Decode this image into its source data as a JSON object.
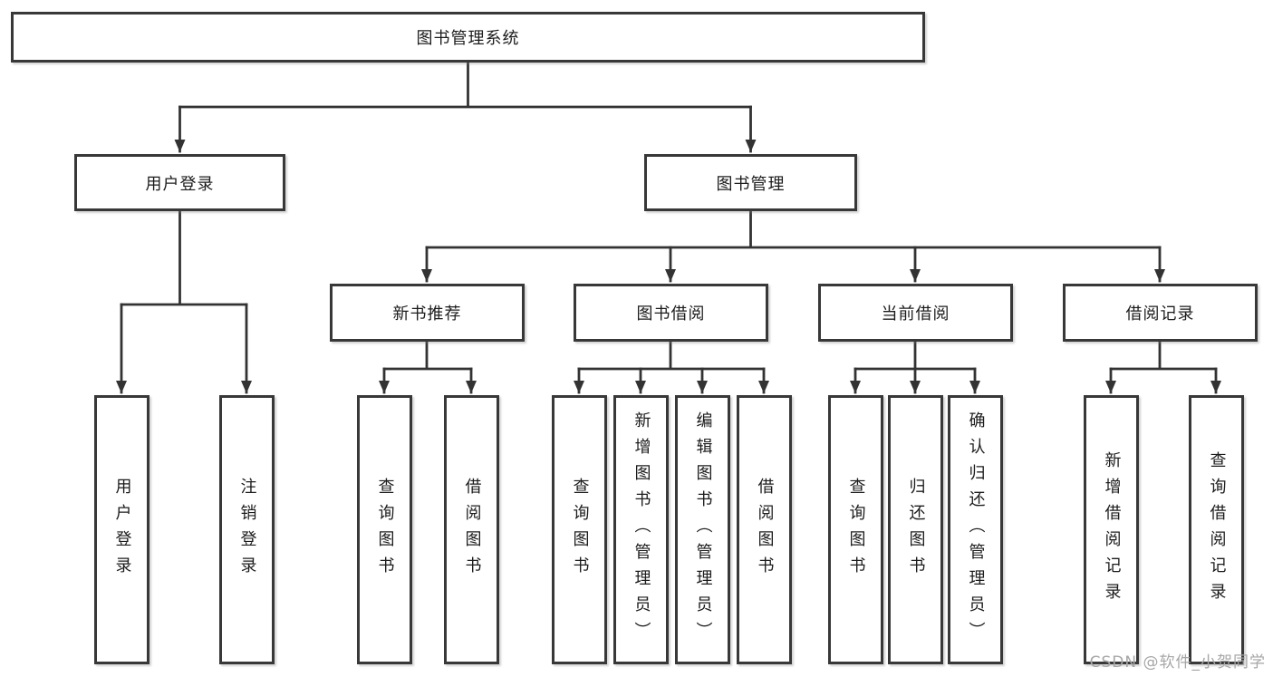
{
  "diagram": {
    "title": "图书管理系统",
    "type": "hierarchy-tree",
    "colors": {
      "background": "#ffffff",
      "box_border": "#383838",
      "line": "#333333",
      "text": "#1c1c1c",
      "watermark": "#a6a6a6"
    }
  },
  "nodes": {
    "root": {
      "label": "图书管理系统"
    },
    "level2": [
      {
        "label": "用户登录"
      },
      {
        "label": "图书管理"
      }
    ],
    "level3": [
      {
        "label": "新书推荐",
        "parent": "图书管理"
      },
      {
        "label": "图书借阅",
        "parent": "图书管理"
      },
      {
        "label": "当前借阅",
        "parent": "图书管理"
      },
      {
        "label": "借阅记录",
        "parent": "图书管理"
      }
    ],
    "leaves": [
      {
        "label": "用户登录",
        "parent": "用户登录"
      },
      {
        "label": "注销登录",
        "parent": "用户登录"
      },
      {
        "label": "查询图书",
        "parent": "新书推荐"
      },
      {
        "label": "借阅图书",
        "parent": "新书推荐"
      },
      {
        "label": "查询图书",
        "parent": "图书借阅"
      },
      {
        "label": "新增图书（管理员）",
        "parent": "图书借阅"
      },
      {
        "label": "编辑图书（管理员）",
        "parent": "图书借阅"
      },
      {
        "label": "借阅图书",
        "parent": "图书借阅"
      },
      {
        "label": "查询图书",
        "parent": "当前借阅"
      },
      {
        "label": "归还图书",
        "parent": "当前借阅"
      },
      {
        "label": "确认归还（管理员）",
        "parent": "当前借阅"
      },
      {
        "label": "新增借阅记录",
        "parent": "借阅记录"
      },
      {
        "label": "查询借阅记录",
        "parent": "借阅记录"
      }
    ]
  },
  "watermark": {
    "text": "CSDN @软件_小贺同学"
  }
}
